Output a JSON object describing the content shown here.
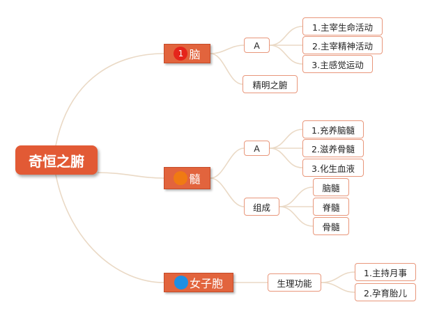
{
  "colors": {
    "root": "#e25a35",
    "branch": "#e2643d",
    "leaf_border": "#e8967a",
    "connector": "#ead9c5"
  },
  "root": {
    "label": "奇恒之腑"
  },
  "branches": {
    "brain": {
      "label": "脑",
      "badge": "1",
      "badge_color": "#e5241b",
      "A": {
        "label": "A",
        "items": [
          "1.主宰生命活动",
          "2.主宰精神活动",
          "3.主感觉运动"
        ]
      },
      "jingming": {
        "label": "精明之腑"
      }
    },
    "marrow": {
      "label": "髓",
      "badge": "",
      "badge_color": "#f07a13",
      "A": {
        "label": "A",
        "items": [
          "1.充养脑髓",
          "2.滋养骨髓",
          "3.化生血液"
        ]
      },
      "zucheng": {
        "label": "组成",
        "items": [
          "脑髓",
          "脊髓",
          "骨髓"
        ]
      }
    },
    "uterus": {
      "label": "女子胞",
      "badge": "",
      "badge_color": "#1f8fe2",
      "function": {
        "label": "生理功能",
        "items": [
          "1.主持月事",
          "2.孕育胎儿"
        ]
      }
    }
  }
}
